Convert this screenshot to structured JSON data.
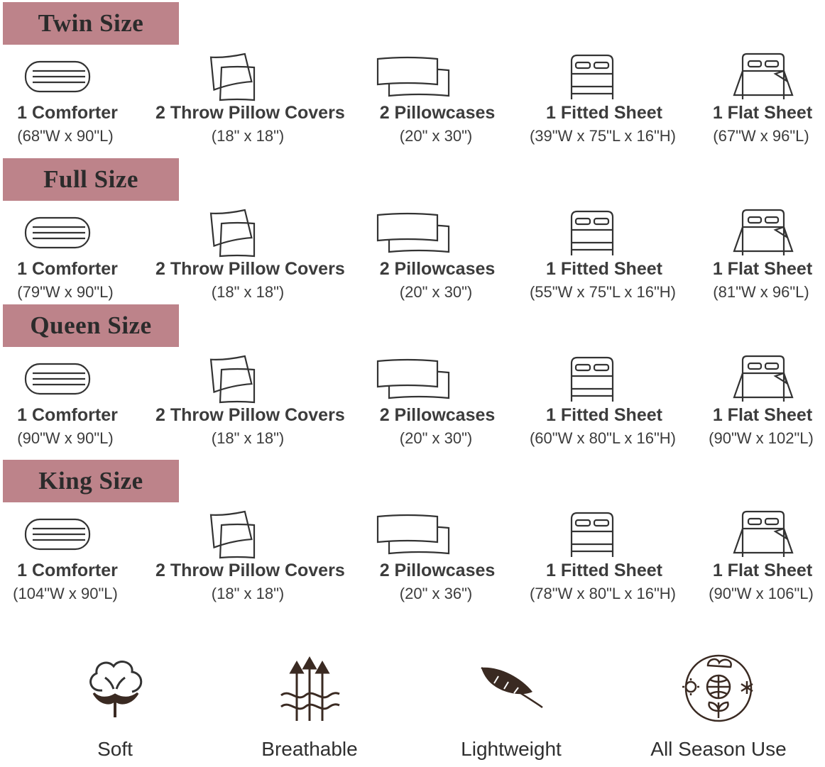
{
  "sections": [
    {
      "title": "Twin Size",
      "items": [
        {
          "name": "1 Comforter",
          "dims": "(68\"W x 90\"L)"
        },
        {
          "name": "2 Throw Pillow Covers",
          "dims": "(18\" x 18\")"
        },
        {
          "name": "2 Pillowcases",
          "dims": "(20\" x 30\")"
        },
        {
          "name": "1 Fitted Sheet",
          "dims": "(39\"W x 75\"L x 16\"H)"
        },
        {
          "name": "1 Flat Sheet",
          "dims": "(67\"W x 96\"L)"
        }
      ]
    },
    {
      "title": "Full Size",
      "items": [
        {
          "name": "1 Comforter",
          "dims": "(79\"W x 90\"L)"
        },
        {
          "name": "2 Throw Pillow Covers",
          "dims": "(18\" x 18\")"
        },
        {
          "name": "2 Pillowcases",
          "dims": "(20\" x 30\")"
        },
        {
          "name": "1 Fitted Sheet",
          "dims": "(55\"W x 75\"L x 16\"H)"
        },
        {
          "name": "1 Flat Sheet",
          "dims": "(81\"W x 96\"L)"
        }
      ]
    },
    {
      "title": "Queen Size",
      "items": [
        {
          "name": "1 Comforter",
          "dims": "(90\"W x 90\"L)"
        },
        {
          "name": "2 Throw Pillow Covers",
          "dims": "(18\" x 18\")"
        },
        {
          "name": "2 Pillowcases",
          "dims": "(20\" x 30\")"
        },
        {
          "name": "1 Fitted Sheet",
          "dims": "(60\"W x 80\"L x 16\"H)"
        },
        {
          "name": "1 Flat Sheet",
          "dims": "(90\"W x 102\"L)"
        }
      ]
    },
    {
      "title": "King Size",
      "items": [
        {
          "name": "1 Comforter",
          "dims": "(104\"W x 90\"L)"
        },
        {
          "name": "2 Throw Pillow Covers",
          "dims": "(18\" x 18\")"
        },
        {
          "name": "2 Pillowcases",
          "dims": "(20\" x 36\")"
        },
        {
          "name": "1 Fitted Sheet",
          "dims": "(78\"W x 80\"L x 16\"H)"
        },
        {
          "name": "1 Flat Sheet",
          "dims": "(90\"W x 106\"L)"
        }
      ]
    }
  ],
  "item_icons": [
    "comforter-icon",
    "throw-pillow-icon",
    "pillowcase-icon",
    "fitted-sheet-icon",
    "flat-sheet-icon"
  ],
  "features": [
    {
      "label": "Soft",
      "icon": "cotton-icon"
    },
    {
      "label": "Breathable",
      "icon": "airflow-icon"
    },
    {
      "label": "Lightweight",
      "icon": "feather-icon"
    },
    {
      "label": "All Season Use",
      "icon": "seasons-icon"
    }
  ],
  "colors": {
    "banner": "#bd838a",
    "text": "#3c3c3c"
  }
}
